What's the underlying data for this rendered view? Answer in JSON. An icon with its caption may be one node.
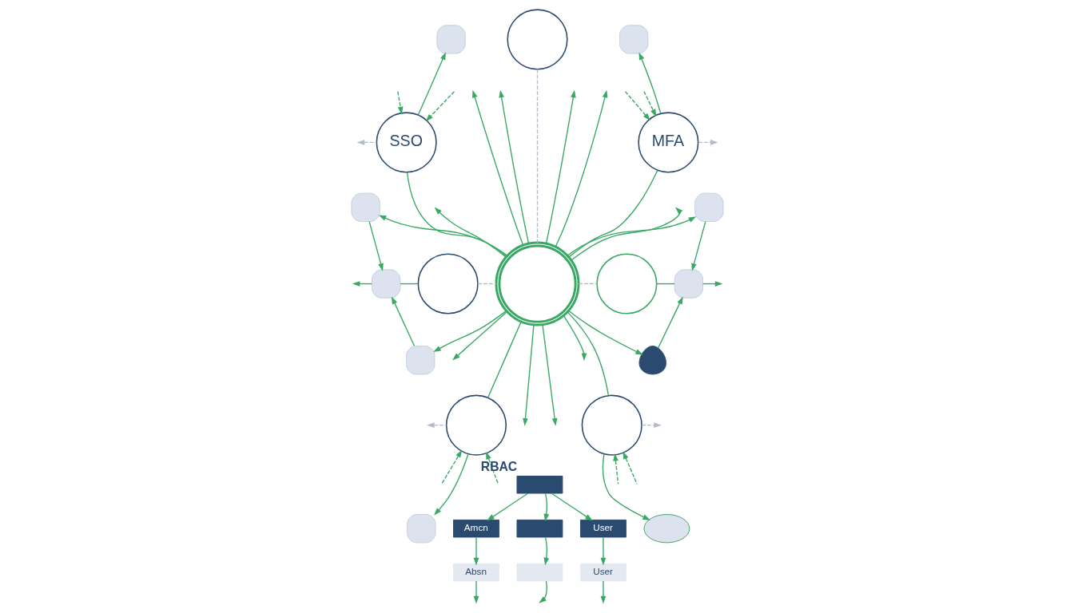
{
  "diagram": {
    "nodes": [
      {
        "text": [],
        "shape": "circle"
      },
      {
        "text": [],
        "shape": "box"
      },
      {
        "text": [
          "SSO"
        ]
      },
      {
        "text": [
          "MFA"
        ]
      },
      {
        "text": [],
        "shape": "box"
      },
      {
        "text": [],
        "shape": "box"
      },
      {
        "text": [],
        "shape": "box"
      },
      {
        "text": [],
        "shape": "box"
      },
      {
        "text": [],
        "shape": "circle"
      },
      {
        "text": [],
        "shape": "circle"
      },
      {
        "text": [],
        "shape": "circle"
      },
      {
        "text": [],
        "shape": "box"
      },
      {
        "text": [],
        "shape": "box"
      },
      {
        "text": [],
        "shape": "person"
      },
      {
        "text": [],
        "shape": "circle"
      },
      {
        "text": [],
        "shape": "circle"
      },
      {
        "text": [],
        "shape": "box",
        "beside": [
          "RBAC"
        ]
      },
      {
        "text": [
          "Amcn"
        ]
      },
      {
        "text": [],
        "shape": "box"
      },
      {
        "text": [
          "User"
        ]
      },
      {
        "text": [
          "Absn"
        ]
      },
      {
        "text": [],
        "shape": "box"
      },
      {
        "text": [
          "User"
        ]
      },
      {
        "text": [],
        "shape": "box"
      },
      {
        "text": [],
        "shape": "cloud"
      }
    ],
    "edges": [
      {
        "from": 9,
        "to": 0,
        "arrow": "none",
        "style": "dashed",
        "color": "#b4bcc8"
      },
      {
        "from": 9,
        "to": null,
        "arrow": "to"
      },
      {
        "from": 9,
        "to": null,
        "arrow": "to"
      },
      {
        "from": 9,
        "to": null,
        "arrow": "to"
      },
      {
        "from": 9,
        "to": null,
        "arrow": "to"
      },
      {
        "from": 9,
        "to": 2,
        "arrow": "none"
      },
      {
        "from": 9,
        "to": 3,
        "arrow": "none"
      },
      {
        "from": 2,
        "to": 1,
        "arrow": "to"
      },
      {
        "from": null,
        "to": 2,
        "arrow": "to",
        "style": "dashed"
      },
      {
        "from": null,
        "to": 2,
        "arrow": "to",
        "style": "dashed"
      },
      {
        "from": 2,
        "to": null,
        "arrow": "to",
        "style": "dashed",
        "color": "#b4bcc8"
      },
      {
        "from": 3,
        "to": 4,
        "arrow": "to"
      },
      {
        "from": null,
        "to": 3,
        "arrow": "to",
        "style": "dashed"
      },
      {
        "from": null,
        "to": 3,
        "arrow": "to",
        "style": "dashed"
      },
      {
        "from": 3,
        "to": null,
        "arrow": "to",
        "style": "dashed",
        "color": "#b4bcc8"
      },
      {
        "from": 9,
        "to": 5,
        "arrow": "to"
      },
      {
        "from": 9,
        "to": 6,
        "arrow": "to"
      },
      {
        "from": 9,
        "to": null,
        "arrow": "to"
      },
      {
        "from": 9,
        "to": null,
        "arrow": "to"
      },
      {
        "from": 9,
        "to": null,
        "arrow": "to"
      },
      {
        "from": 9,
        "to": null,
        "arrow": "to"
      },
      {
        "from": 9,
        "to": 8,
        "arrow": "none",
        "style": "dashed",
        "color": "#b4bcc8"
      },
      {
        "from": 9,
        "to": 10,
        "arrow": "none",
        "style": "dashed",
        "color": "#b4bcc8"
      },
      {
        "from": 8,
        "to": 7,
        "arrow": "none"
      },
      {
        "from": 7,
        "to": null,
        "arrow": "to"
      },
      {
        "from": 5,
        "to": 7,
        "arrow": "to"
      },
      {
        "from": 12,
        "to": 7,
        "arrow": "to"
      },
      {
        "from": 10,
        "to": 11,
        "arrow": "none"
      },
      {
        "from": 11,
        "to": null,
        "arrow": "to"
      },
      {
        "from": 6,
        "to": 11,
        "arrow": "to"
      },
      {
        "from": 13,
        "to": 11,
        "arrow": "to"
      },
      {
        "from": 9,
        "to": 12,
        "arrow": "to"
      },
      {
        "from": 9,
        "to": 13,
        "arrow": "to"
      },
      {
        "from": 9,
        "to": 14,
        "arrow": "none"
      },
      {
        "from": 9,
        "to": 15,
        "arrow": "none"
      },
      {
        "from": 14,
        "to": 23,
        "arrow": "to"
      },
      {
        "from": null,
        "to": 14,
        "arrow": "to",
        "style": "dashed"
      },
      {
        "from": null,
        "to": 14,
        "arrow": "to",
        "style": "dashed"
      },
      {
        "from": 14,
        "to": null,
        "arrow": "to",
        "style": "dashed",
        "color": "#b4bcc8"
      },
      {
        "from": 15,
        "to": 24,
        "arrow": "to"
      },
      {
        "from": null,
        "to": 15,
        "arrow": "to",
        "style": "dashed"
      },
      {
        "from": null,
        "to": 15,
        "arrow": "to",
        "style": "dashed"
      },
      {
        "from": 15,
        "to": null,
        "arrow": "to",
        "style": "dashed",
        "color": "#b4bcc8"
      },
      {
        "from": 9,
        "to": null,
        "arrow": "to"
      },
      {
        "from": 9,
        "to": null,
        "arrow": "to"
      },
      {
        "from": 16,
        "to": 17,
        "arrow": "to"
      },
      {
        "from": 16,
        "to": 18,
        "arrow": "to"
      },
      {
        "from": 16,
        "to": 19,
        "arrow": "to"
      },
      {
        "from": 17,
        "to": 20,
        "arrow": "to"
      },
      {
        "from": 18,
        "to": 21,
        "arrow": "to"
      },
      {
        "from": 19,
        "to": 22,
        "arrow": "to"
      },
      {
        "from": 20,
        "to": null,
        "arrow": "to"
      },
      {
        "from": 21,
        "to": null,
        "arrow": "to"
      },
      {
        "from": 22,
        "to": null,
        "arrow": "to"
      }
    ]
  }
}
